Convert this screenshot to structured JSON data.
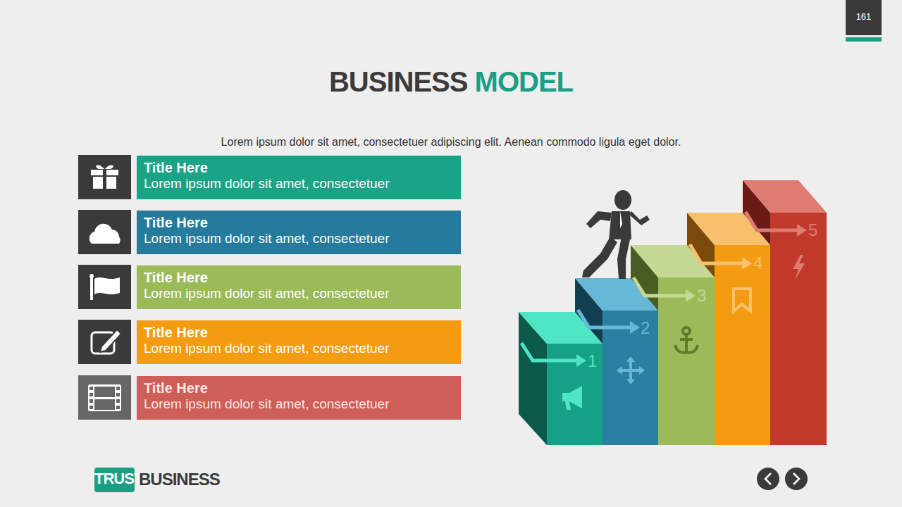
{
  "diagram": {
    "title": "BUSINESS MODEL",
    "caption": "Lorem ipsum dolor sit amet, consectetuer adipiscing elit. Aenean commodo ligula eget dolor.",
    "nodes": [
      {
        "text": [
          "Title Here",
          "Lorem ipsum dolor sit amet, consectetuer"
        ]
      },
      {
        "text": [
          "Title Here",
          "Lorem ipsum dolor sit amet, consectetuer"
        ]
      },
      {
        "text": [
          "Title Here",
          "Lorem ipsum dolor sit amet, consectetuer"
        ]
      },
      {
        "text": [
          "Title Here",
          "Lorem ipsum dolor sit amet, consectetuer"
        ]
      },
      {
        "text": [
          "Title Here",
          "Lorem ipsum dolor sit amet, consectetuer"
        ]
      }
    ],
    "labels": [
      "161",
      "1",
      "2",
      "3",
      "4",
      "5",
      "TRUST",
      "BUSINESS"
    ]
  }
}
